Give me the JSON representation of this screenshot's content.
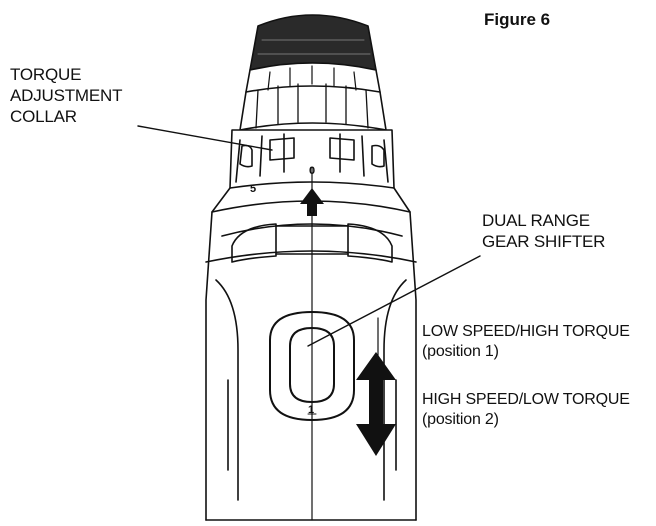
{
  "figure_title": "Figure 6",
  "labels": {
    "torque_collar": [
      "TORQUE",
      "ADJUSTMENT",
      "COLLAR"
    ],
    "gear_shifter": [
      "DUAL RANGE",
      "GEAR SHIFTER"
    ],
    "low_speed": [
      "LOW SPEED/HIGH TORQUE",
      "(position 1)"
    ],
    "high_speed": [
      "HIGH SPEED/LOW TORQUE",
      "(position 2)"
    ]
  },
  "markings": {
    "shifter_position": "1",
    "collar_setting_left": "5",
    "collar_setting_center": "0"
  },
  "colors": {
    "line": "#111111",
    "background": "#ffffff"
  }
}
